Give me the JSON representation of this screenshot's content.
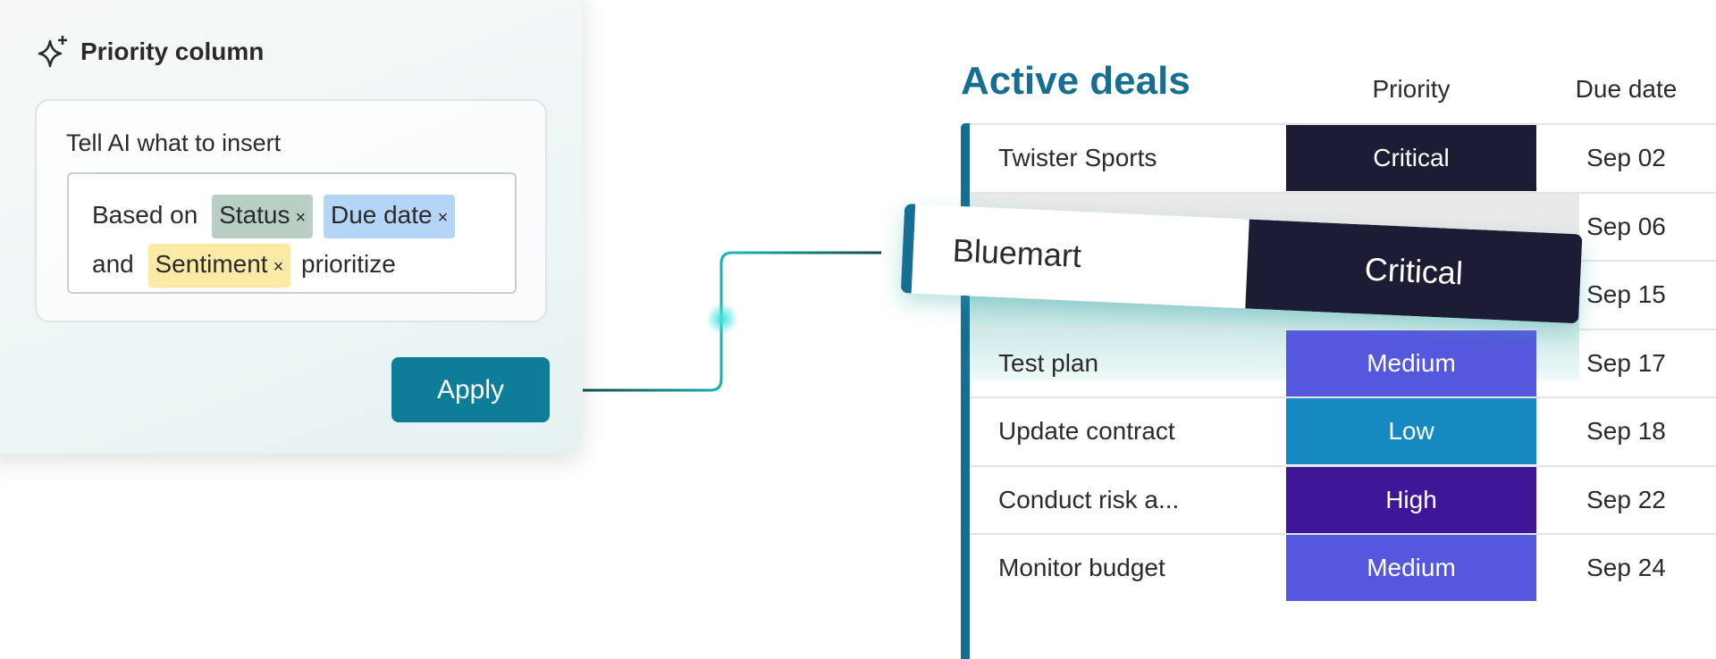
{
  "panel": {
    "title": "Priority column",
    "label": "Tell AI what to insert",
    "prompt": {
      "t1": "Based on",
      "chips": [
        {
          "label": "Status",
          "color": "#b9cfc4"
        },
        {
          "label": "Due date",
          "color": "#b5d5f7"
        },
        {
          "label": "Sentiment",
          "color": "#fbe9a6"
        }
      ],
      "t2": "and",
      "t3": "prioritize",
      "remove": "×"
    },
    "apply": "Apply"
  },
  "table": {
    "title": "Active deals",
    "headers": {
      "priority": "Priority",
      "due": "Due date"
    },
    "rows": [
      {
        "name": "Twister Sports",
        "priority": "Critical",
        "due": "Sep 02",
        "color": "#1c1d35"
      },
      {
        "name": "",
        "priority": "",
        "due": "Sep 06",
        "color": ""
      },
      {
        "name": "",
        "priority": "",
        "due": "Sep 15",
        "color": ""
      },
      {
        "name": "Test plan",
        "priority": "Medium",
        "due": "Sep 17",
        "color": "#5558dd"
      },
      {
        "name": "Update contract",
        "priority": "Low",
        "due": "Sep 18",
        "color": "#1489c2"
      },
      {
        "name": "Conduct risk a...",
        "priority": "High",
        "due": "Sep 22",
        "color": "#3e1697"
      },
      {
        "name": "Monitor budget",
        "priority": "Medium",
        "due": "Sep 24",
        "color": "#5558dd"
      }
    ]
  },
  "dragged": {
    "name": "Bluemart",
    "priority": "Critical"
  }
}
